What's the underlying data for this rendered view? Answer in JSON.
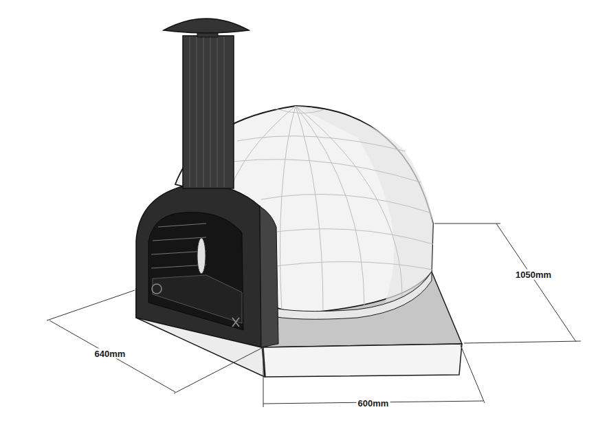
{
  "diagram": {
    "labels": [
      "640mm",
      "600mm",
      "1050mm"
    ]
  }
}
